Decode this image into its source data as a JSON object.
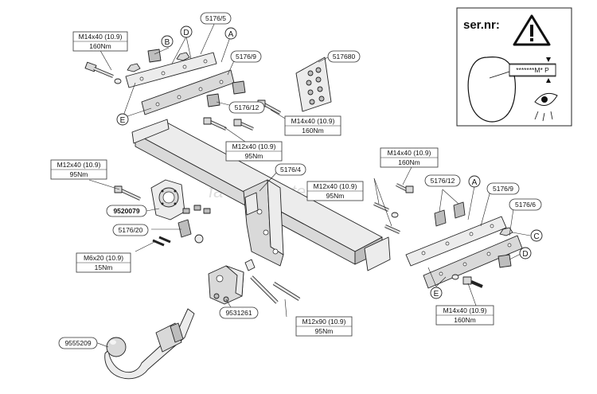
{
  "serial_panel": {
    "title": "ser.nr:",
    "plate_text": "*******M* P"
  },
  "specs": {
    "top_left": [
      "M14x40 (10.9)",
      "160Nm"
    ],
    "center_top": [
      "M14x40 (10.9)",
      "160Nm"
    ],
    "center_mid": [
      "M12x40 (10.9)",
      "95Nm"
    ],
    "left_mid": [
      "M12x40 (10.9)",
      "95Nm"
    ],
    "right_center": [
      "M12x40 (10.9)",
      "95Nm"
    ],
    "right_top": [
      "M14x40 (10.9)",
      "160Nm"
    ],
    "small_bolt": [
      "M6x20 (10.9)",
      "15Nm"
    ],
    "long_bolt": [
      "M12x90 (10.9)",
      "95Nm"
    ],
    "right_bottom": [
      "M14x40 (10.9)",
      "160Nm"
    ]
  },
  "parts": {
    "p5176_5": "5176/5",
    "p5176_9_left": "5176/9",
    "p517680": "517680",
    "p5176_12_left": "5176/12",
    "p5176_4": "5176/4",
    "p5176_12_right": "5176/12",
    "p5176_9_right": "5176/9",
    "p5176_6": "5176/6",
    "p9520079": "9520079",
    "p5176_20": "5176/20",
    "p9531261": "9531261",
    "p9555209": "9555209"
  },
  "letters": {
    "b": "B",
    "d_left": "D",
    "a_left": "A",
    "e_left": "E",
    "a_right": "A",
    "c_right": "C",
    "d_right": "D",
    "e_right": "E"
  },
  "watermark": "fa-kop-center.ru",
  "icons": [
    "warning-icon",
    "eye-icon"
  ]
}
